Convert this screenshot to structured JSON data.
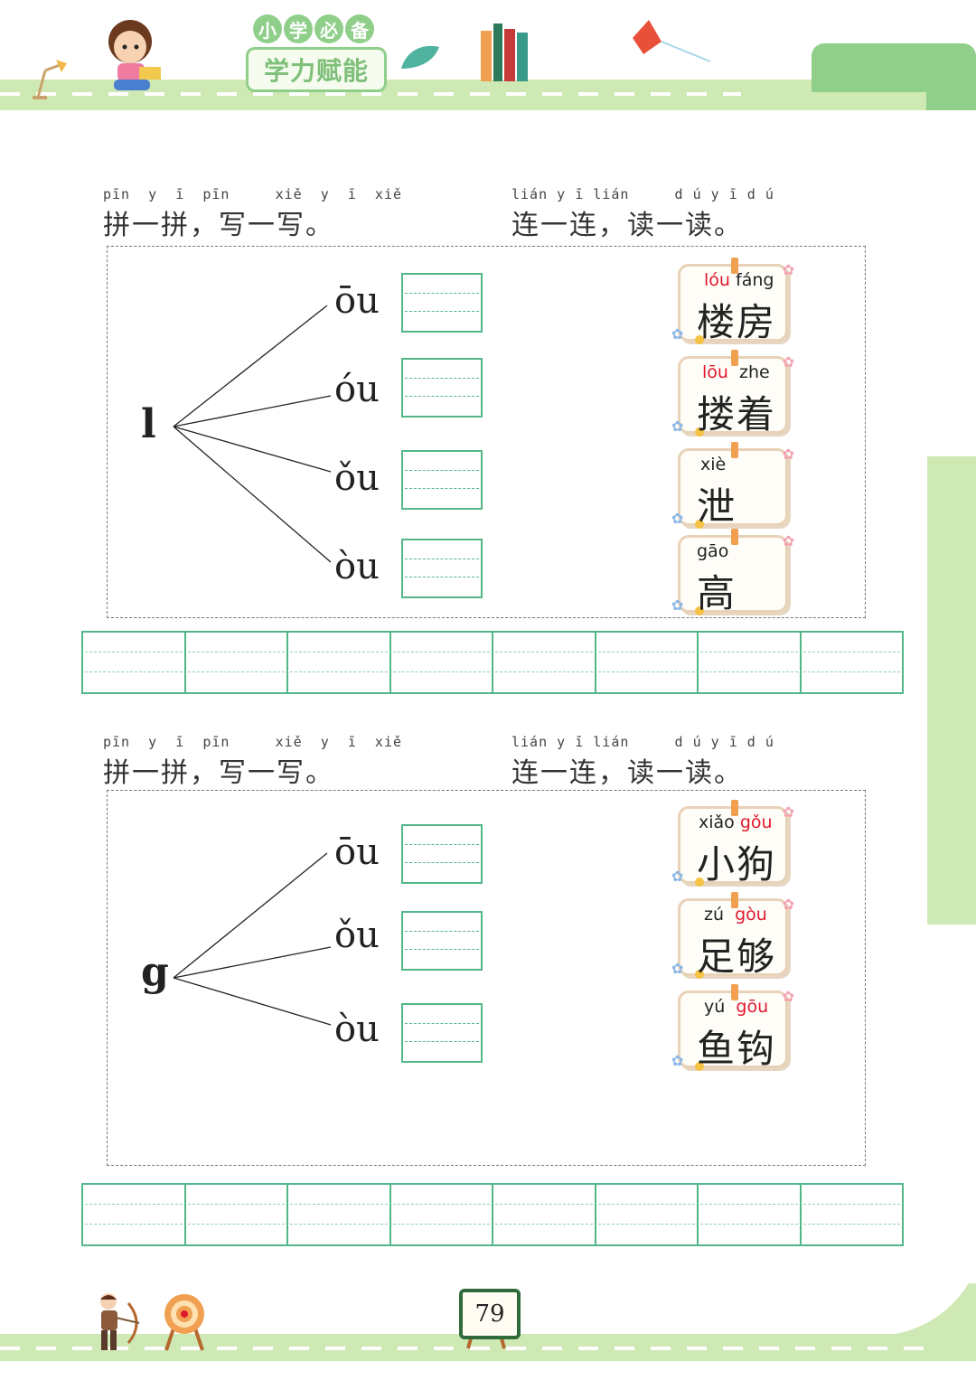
{
  "header": {
    "badge_top": [
      "小",
      "学",
      "必",
      "备"
    ],
    "badge_main": "学力赋能"
  },
  "sections": [
    {
      "left_heading_pinyin": "pīn  y  ī  pīn     xiě  y  ī  xiě",
      "left_heading": "拼一拼，写一写。",
      "right_heading_pinyin": "lián y ī lián     d ú y ī d ú",
      "right_heading": "连一连，读一读。",
      "initial": "l",
      "finals": [
        "ōu",
        "óu",
        "ǒu",
        "òu"
      ],
      "words": [
        {
          "py1": "lóu",
          "py2": "fáng",
          "red": [
            true,
            false
          ],
          "hz": "楼房"
        },
        {
          "py1": "lōu",
          "py2": "zhe",
          "red": [
            true,
            false
          ],
          "hz": "搂着"
        },
        {
          "py1": "xiè",
          "py2": "",
          "red": [
            false,
            false
          ],
          "hz": "泄"
        },
        {
          "py1": "gāo",
          "py2": "",
          "red": [
            false,
            false
          ],
          "hz": "高"
        }
      ]
    },
    {
      "left_heading_pinyin": "pīn  y  ī  pīn     xiě  y  ī  xiě",
      "left_heading": "拼一拼，写一写。",
      "right_heading_pinyin": "lián y ī lián     d ú y ī d ú",
      "right_heading": "连一连，读一读。",
      "initial": "g",
      "finals": [
        "ōu",
        "ǒu",
        "òu"
      ],
      "words": [
        {
          "py1": "xiǎo",
          "py2": "gǒu",
          "red": [
            false,
            true
          ],
          "hz": "小狗"
        },
        {
          "py1": "zú",
          "py2": "gòu",
          "red": [
            false,
            true
          ],
          "hz": "足够"
        },
        {
          "py1": "yú",
          "py2": "gōu",
          "red": [
            false,
            true
          ],
          "hz": "鱼钩"
        }
      ]
    }
  ],
  "page_number": "79",
  "colors": {
    "green": "#52b788",
    "light_green": "#cfe9b4",
    "red": "#e0182d"
  }
}
